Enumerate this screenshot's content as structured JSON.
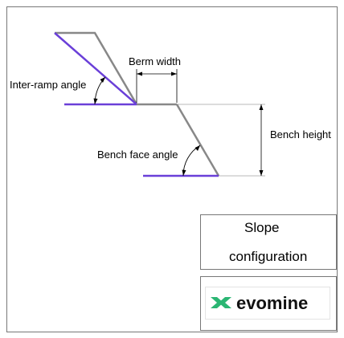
{
  "labels": {
    "inter_ramp_angle": "Inter-ramp angle",
    "berm_width": "Berm width",
    "bench_height": "Bench height",
    "bench_face_angle": "Bench face angle"
  },
  "panel": {
    "title_line1": "Slope",
    "title_line2": "configuration"
  },
  "logo": {
    "word": "evomine",
    "mark_icon": "evomine-x-logo-icon",
    "mark_color": "#2bb673"
  },
  "colors": {
    "inter_ramp_line": "#6a3fd8",
    "slope_face_line": "#888888",
    "dimension_line": "#000000"
  }
}
